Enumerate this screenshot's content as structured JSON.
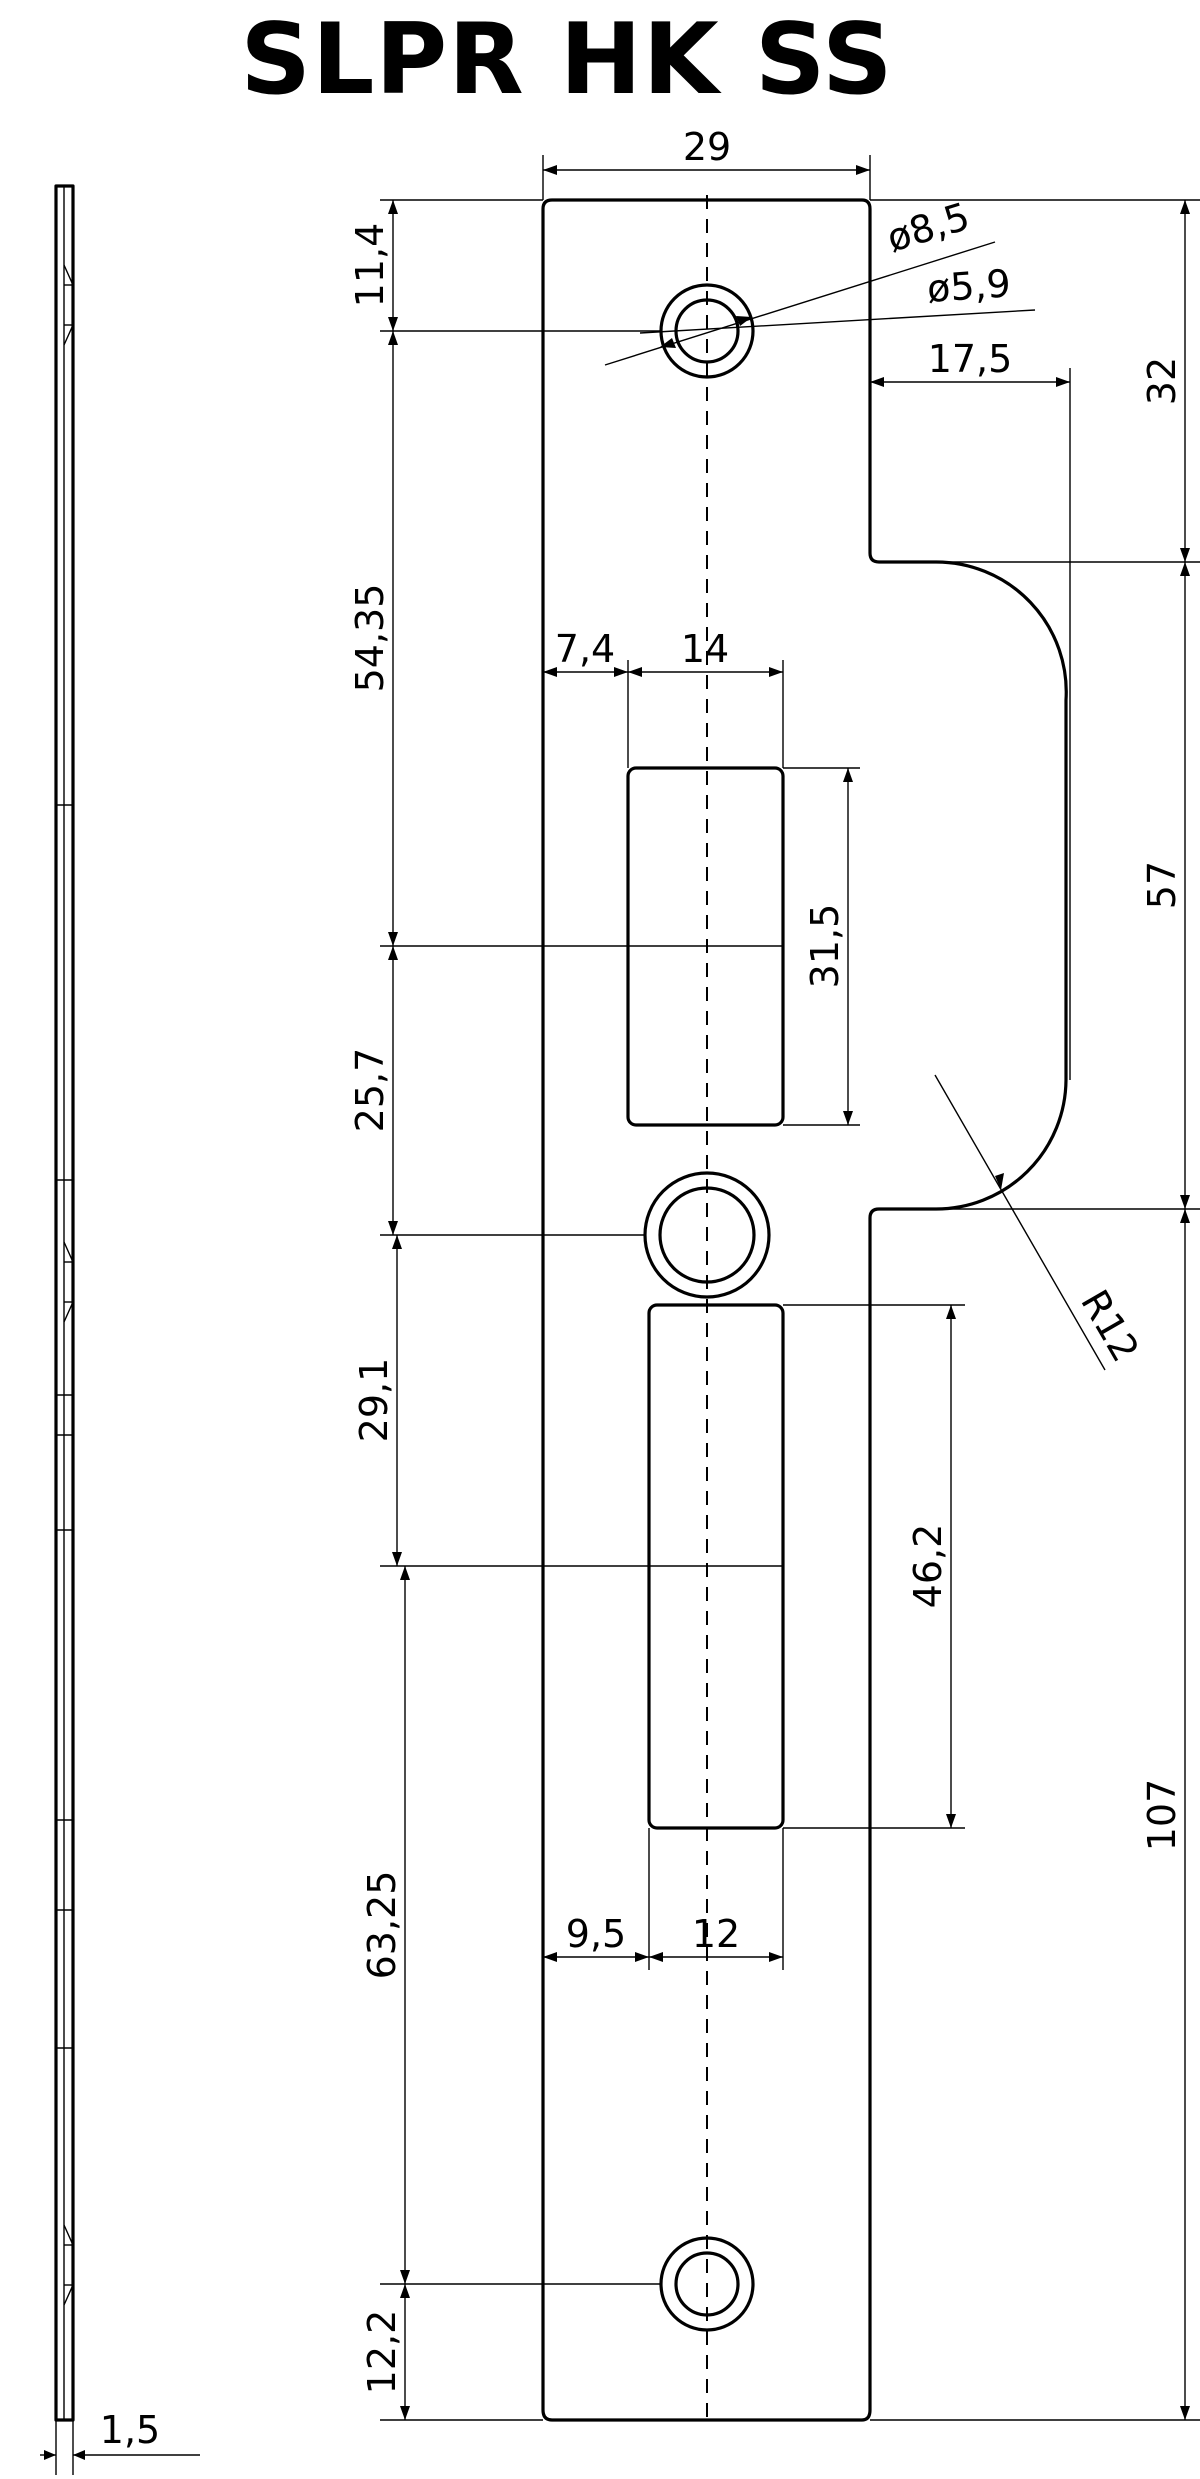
{
  "title": "SLPR HK SS",
  "dimensions": {
    "width_top": "29",
    "dia_outer": "ø8,5",
    "dia_inner": "ø5,9",
    "lip_width": "17,5",
    "top_to_lip": "32",
    "top_to_hole": "11,4",
    "hole_to_slot_mid": "54,35",
    "slot_offset": "7,4",
    "slot_width": "14",
    "slot_height": "31,5",
    "lip_height": "57",
    "slot_mid_to_hole": "25,7",
    "radius": "R12",
    "hole_to_lower_mid": "29,1",
    "lower_slot_height": "46,2",
    "lip_to_bottom": "107",
    "lower_mid_to_hole": "63,25",
    "lower_slot_offset": "9,5",
    "lower_slot_width": "12",
    "hole_to_bottom": "12,2",
    "thickness": "1,5"
  }
}
